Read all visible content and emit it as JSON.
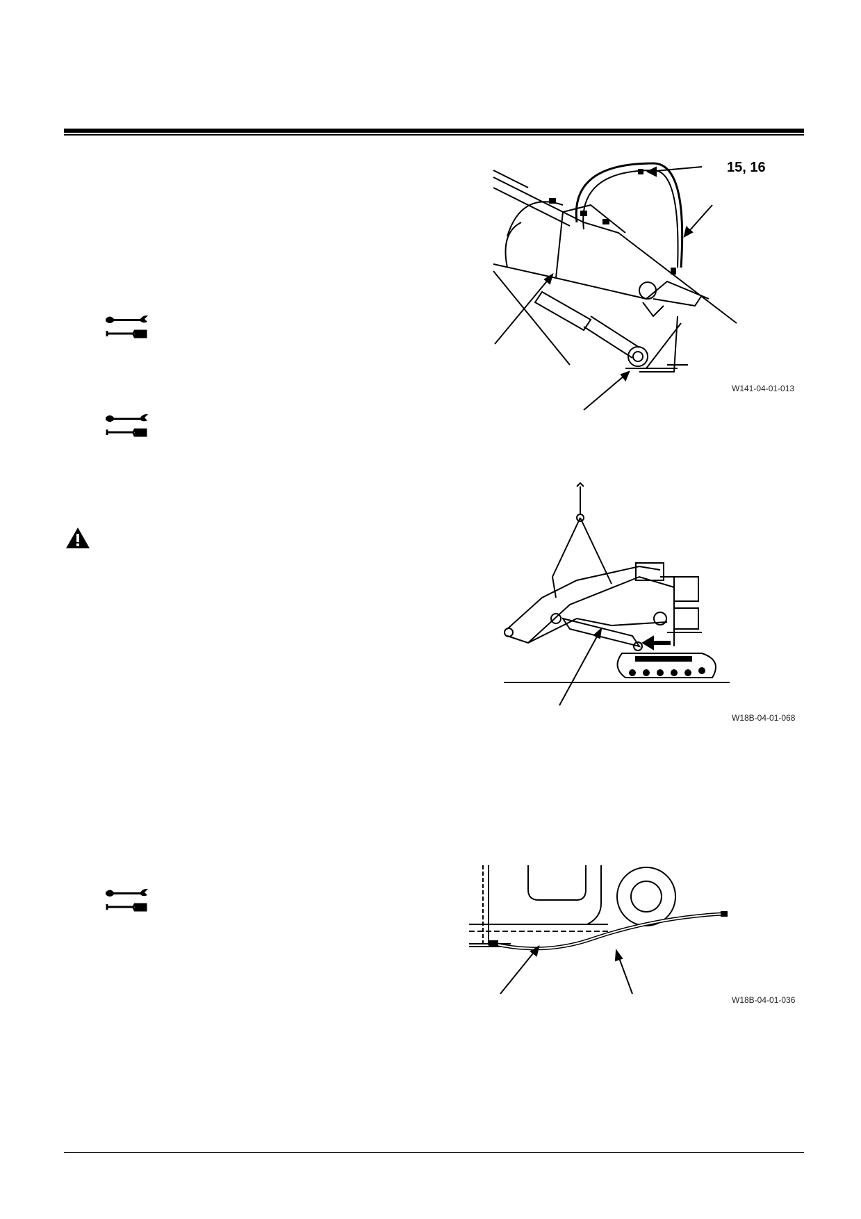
{
  "figures": [
    {
      "caption": "W141-04-01-013",
      "callout": "15, 16"
    },
    {
      "caption": "W18B-04-01-068"
    },
    {
      "caption": "W18B-04-01-036"
    }
  ],
  "icons": {
    "tool": "wrench-and-torque-wrench-icon",
    "warning": "warning-triangle-icon"
  }
}
